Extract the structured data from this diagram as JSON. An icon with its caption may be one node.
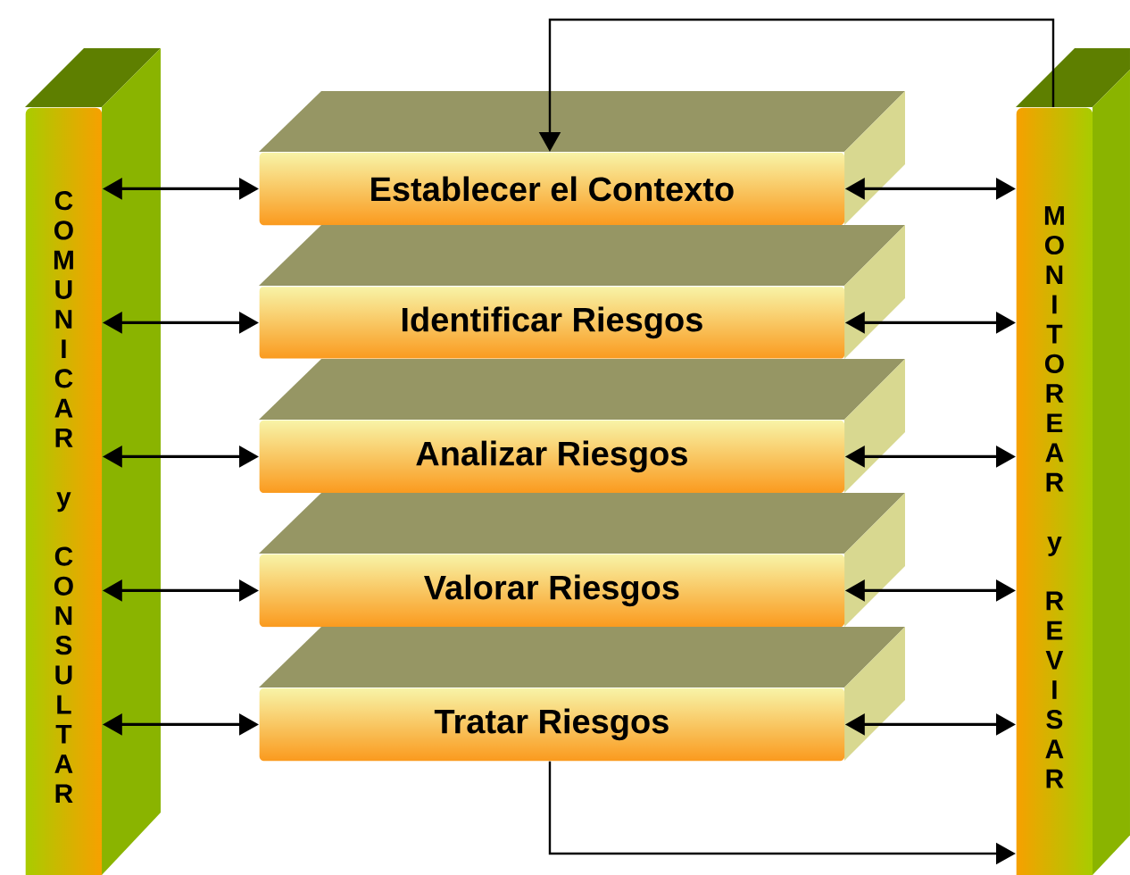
{
  "diagram": {
    "nodes": [
      {
        "text": [
          "COMUNICAR y CONSULTAR"
        ]
      },
      {
        "text": [
          "Establecer el Contexto"
        ]
      },
      {
        "text": [
          "Identificar Riesgos"
        ]
      },
      {
        "text": [
          "Analizar Riesgos"
        ]
      },
      {
        "text": [
          "Valorar Riesgos"
        ]
      },
      {
        "text": [
          "Tratar Riesgos"
        ]
      },
      {
        "text": [
          "MONITOREAR y REVISAR"
        ]
      }
    ],
    "edges": [
      {
        "from": 0,
        "to": 1,
        "arrow": "both"
      },
      {
        "from": 0,
        "to": 2,
        "arrow": "both"
      },
      {
        "from": 0,
        "to": 3,
        "arrow": "both"
      },
      {
        "from": 0,
        "to": 4,
        "arrow": "both"
      },
      {
        "from": 0,
        "to": 5,
        "arrow": "both"
      },
      {
        "from": 1,
        "to": 6,
        "arrow": "both"
      },
      {
        "from": 2,
        "to": 6,
        "arrow": "both"
      },
      {
        "from": 3,
        "to": 6,
        "arrow": "both"
      },
      {
        "from": 4,
        "to": 6,
        "arrow": "both"
      },
      {
        "from": 5,
        "to": 6,
        "arrow": "both"
      },
      {
        "from": 6,
        "to": 1,
        "arrow": "to"
      },
      {
        "from": 5,
        "to": 6,
        "arrow": "to"
      }
    ]
  }
}
